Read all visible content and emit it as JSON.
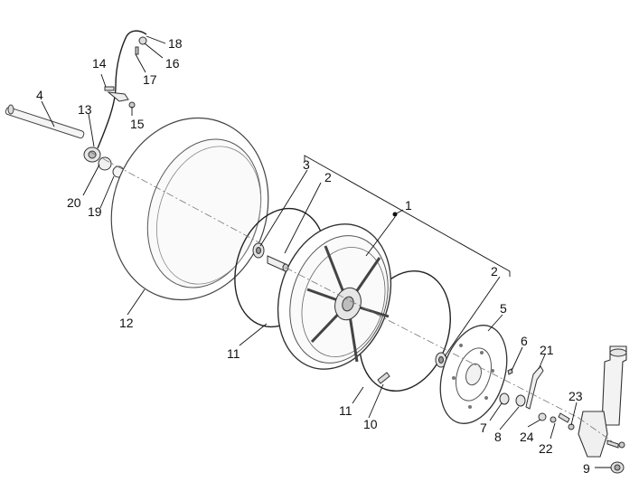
{
  "diagram": {
    "callouts": [
      {
        "id": "1",
        "label": "1"
      },
      {
        "id": "2a",
        "label": "2"
      },
      {
        "id": "2b",
        "label": "2"
      },
      {
        "id": "3",
        "label": "3"
      },
      {
        "id": "4",
        "label": "4"
      },
      {
        "id": "5",
        "label": "5"
      },
      {
        "id": "6",
        "label": "6"
      },
      {
        "id": "7",
        "label": "7"
      },
      {
        "id": "8",
        "label": "8"
      },
      {
        "id": "9",
        "label": "9"
      },
      {
        "id": "10",
        "label": "10"
      },
      {
        "id": "11a",
        "label": "11"
      },
      {
        "id": "11b",
        "label": "11"
      },
      {
        "id": "12",
        "label": "12"
      },
      {
        "id": "13",
        "label": "13"
      },
      {
        "id": "14",
        "label": "14"
      },
      {
        "id": "15",
        "label": "15"
      },
      {
        "id": "16",
        "label": "16"
      },
      {
        "id": "17",
        "label": "17"
      },
      {
        "id": "18",
        "label": "18"
      },
      {
        "id": "19",
        "label": "19"
      },
      {
        "id": "20",
        "label": "20"
      },
      {
        "id": "21",
        "label": "21"
      },
      {
        "id": "22",
        "label": "22"
      },
      {
        "id": "23",
        "label": "23"
      },
      {
        "id": "24",
        "label": "24"
      }
    ]
  }
}
